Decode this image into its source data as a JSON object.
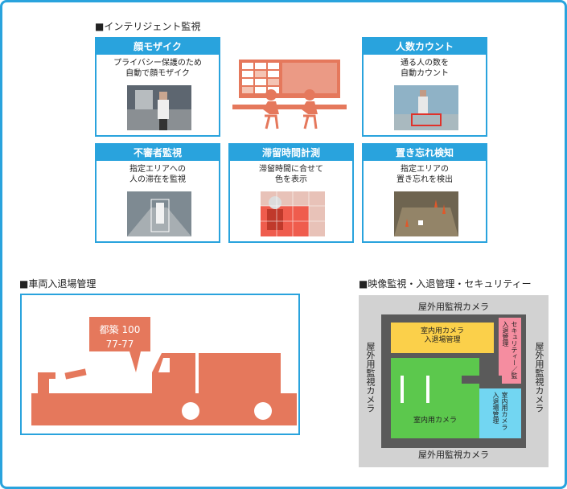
{
  "intelligent": {
    "title": "■インテリジェント監視",
    "cards": [
      {
        "header": "顔モザイク",
        "desc1": "プライバシー保護のため",
        "desc2": "自動で顔モザイク"
      },
      {
        "header": "人数カウント",
        "desc1": "通る人の数を",
        "desc2": "自動カウント"
      },
      {
        "header": "不審者監視",
        "desc1": "指定エリアへの",
        "desc2": "人の滞在を監視"
      },
      {
        "header": "滞留時間計測",
        "desc1": "滞留時間に合せて",
        "desc2": "色を表示"
      },
      {
        "header": "置き忘れ検知",
        "desc1": "指定エリアの",
        "desc2": "置き忘れを検出"
      }
    ]
  },
  "vehicle": {
    "title": "■車両入退場管理",
    "plate_line1": "都築 100",
    "plate_line2": "77-77"
  },
  "security": {
    "title": "■映像監視・入退管理・セキュリティー",
    "outdoor_top": "屋外用監視カメラ",
    "outdoor_bottom": "屋外用監視カメラ",
    "outdoor_left": "屋外用監視カメラ",
    "outdoor_right": "屋外用監視カメラ",
    "room_entry": "室内用カメラ\n入退場管理",
    "room_security": "セキュリティー／監\n入退管理",
    "room_indoor": "室内用カメラ",
    "room_blue": "室内用カメラ\n入退場管理"
  },
  "colors": {
    "accent": "#29a3dd",
    "salmon": "#e5785c",
    "green": "#5cc84d",
    "yellow": "#fbd04a",
    "pink": "#f58da0",
    "blue": "#72d6f2"
  }
}
